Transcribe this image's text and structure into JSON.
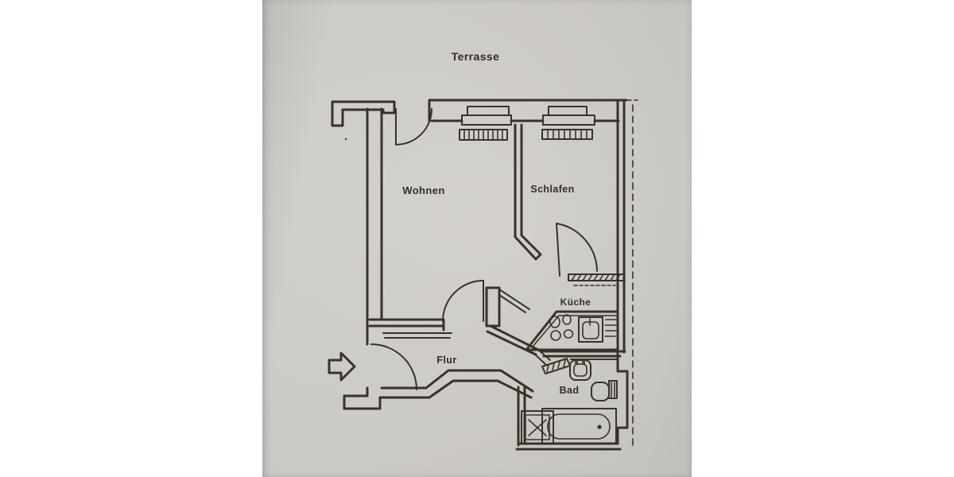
{
  "page": {
    "background_color": "#ffffff"
  },
  "photo": {
    "description": "scanned-floor-plan-photo",
    "paper_color": "#cfccc6",
    "ink_color": "#3a322a"
  },
  "plan": {
    "terrace_label": "Terrasse",
    "rooms": [
      {
        "id": "wohnen",
        "label": "Wohnen"
      },
      {
        "id": "schlafen",
        "label": "Schlafen"
      },
      {
        "id": "kueche",
        "label": "Küche"
      },
      {
        "id": "flur",
        "label": "Flur"
      },
      {
        "id": "bad",
        "label": "Bad"
      }
    ],
    "fixtures": [
      "window-icon",
      "window-icon",
      "radiator-icon",
      "radiator-icon",
      "stove-icon",
      "kitchen-sink-icon",
      "washbasin-icon",
      "toilet-icon",
      "bathtub-icon",
      "shower-icon",
      "door-arc-icon",
      "door-arc-icon",
      "door-arc-icon",
      "door-arc-icon",
      "sliding-door-icon",
      "entrance-arrow-icon",
      "dashed-boundary-line"
    ]
  }
}
